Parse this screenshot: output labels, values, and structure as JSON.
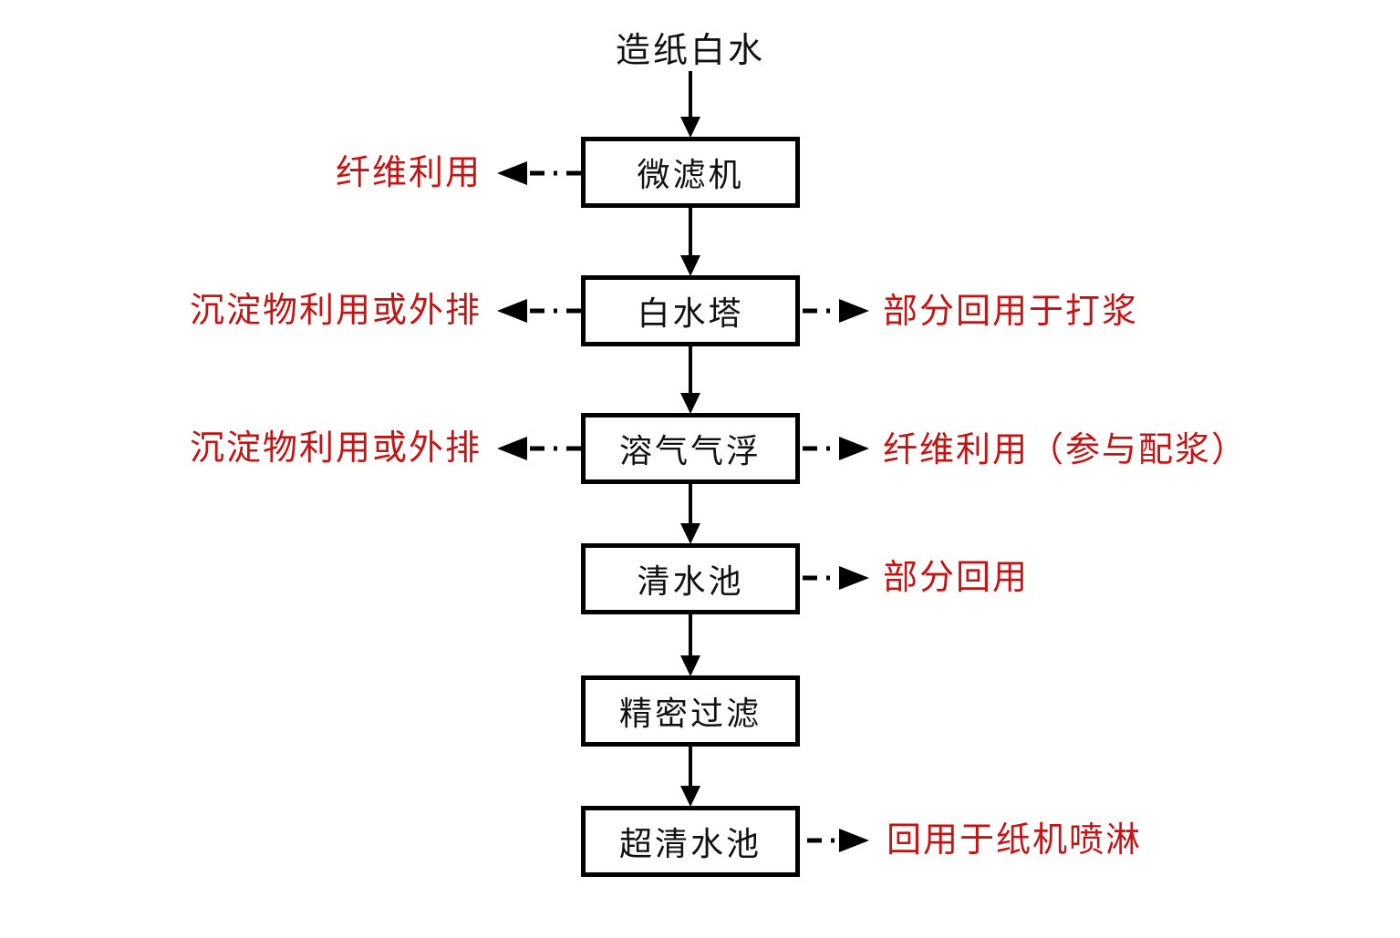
{
  "diagram": {
    "title": "造纸白水",
    "steps": [
      {
        "label": "微滤机"
      },
      {
        "label": "白水塔"
      },
      {
        "label": "溶气气浮"
      },
      {
        "label": "清水池"
      },
      {
        "label": "精密过滤"
      },
      {
        "label": "超清水池"
      }
    ],
    "outputs_left": [
      {
        "from_step": "微滤机",
        "label": "纤维利用"
      },
      {
        "from_step": "白水塔",
        "label": "沉淀物利用或外排"
      },
      {
        "from_step": "溶气气浮",
        "label": "沉淀物利用或外排"
      }
    ],
    "outputs_right": [
      {
        "from_step": "白水塔",
        "label": "部分回用于打浆"
      },
      {
        "from_step": "溶气气浮",
        "label": "纤维利用（参与配浆）"
      },
      {
        "from_step": "清水池",
        "label": "部分回用"
      },
      {
        "from_step": "超清水池",
        "label": "回用于纸机喷淋"
      }
    ],
    "colors": {
      "annotation_red": "#c21515",
      "line_black": "#000000",
      "background": "#ffffff"
    }
  }
}
